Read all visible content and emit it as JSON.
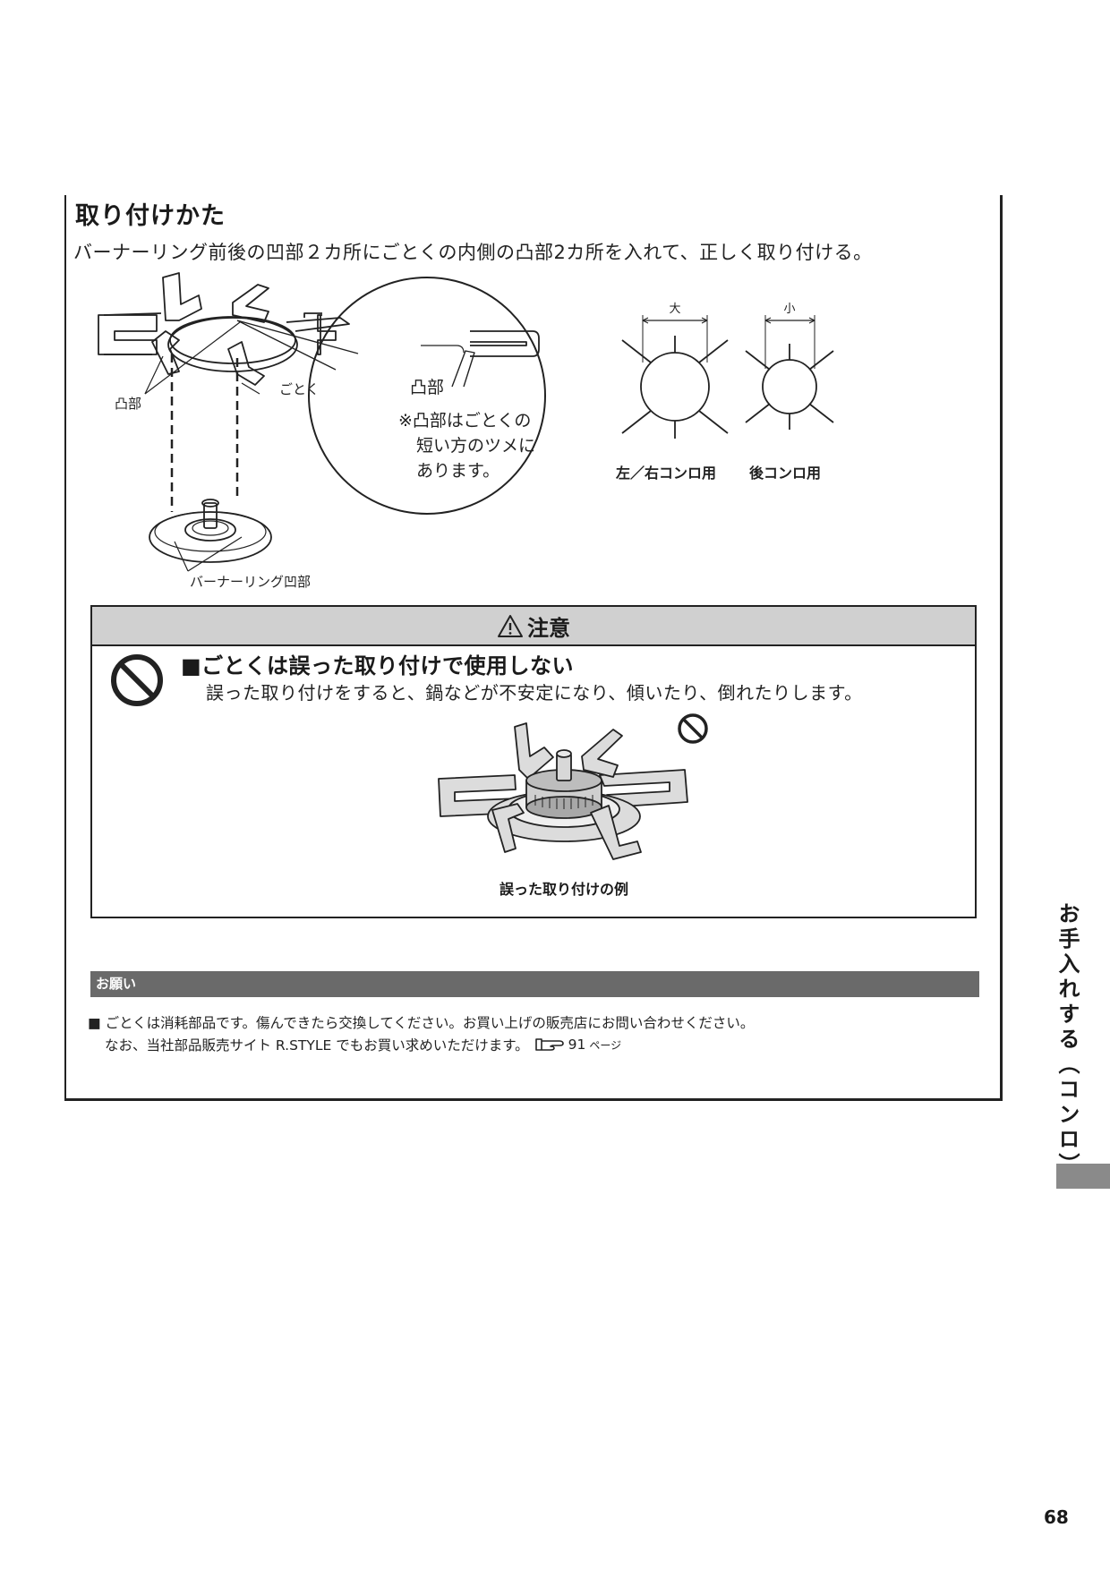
{
  "section": {
    "title": "取り付けかた",
    "intro": "バーナーリング前後の凹部２カ所にごとくの内側の凸部2カ所を入れて、正しく取り付ける。"
  },
  "diagram": {
    "label_tobu": "凸部",
    "label_gotoku": "ごとく",
    "label_ring_obu": "バーナーリング凹部",
    "callout_label": "凸部",
    "callout_note": [
      "※凸部はごとくの",
      "短い方のツメに",
      "あります。"
    ],
    "size_large": "大",
    "size_small": "小",
    "caption_left_right": "左／右コンロ用",
    "caption_rear": "後コンロ用"
  },
  "caution": {
    "title": "注意",
    "heading": "■ごとくは誤った取り付けで使用しない",
    "body": "誤った取り付けをすると、鍋などが不安定になり、傾いたり、倒れたりします。",
    "example_caption": "誤った取り付けの例"
  },
  "request": {
    "title": "お願い",
    "line1": "■ ごとくは消耗部品です。傷んできたら交換してください。お買い上げの販売店にお問い合わせください。",
    "line2": "なお、当社部品販売サイト R.STYLE でもお買い求めいただけます。",
    "page_ref": "91",
    "page_ref_unit": "ページ"
  },
  "side_tab": {
    "title": "お手入れする（コンロ）"
  },
  "page_number": "68"
}
